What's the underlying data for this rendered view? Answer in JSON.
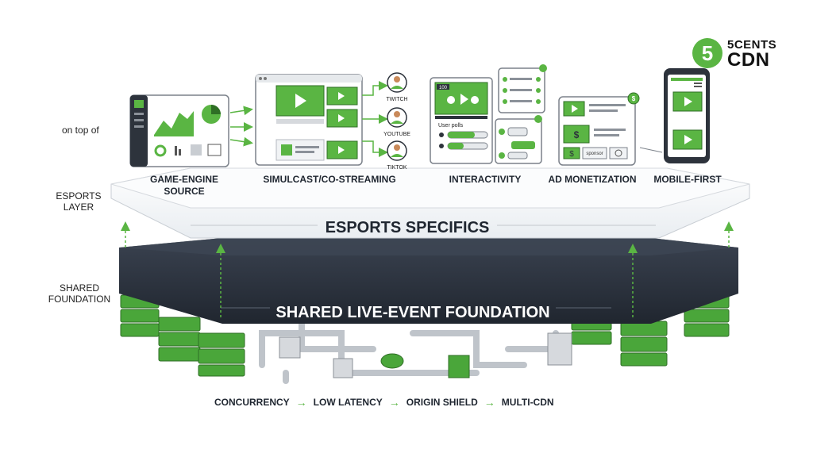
{
  "logo": {
    "number": "5",
    "line1": "5CENTS",
    "line2": "CDN"
  },
  "side_labels": {
    "on_top_of": "on top of",
    "esports_layer": [
      "ESPORTS",
      "LAYER"
    ],
    "shared_foundation": [
      "SHARED",
      "FOUNDATION"
    ]
  },
  "features": [
    {
      "label_lines": [
        "GAME-ENGINE",
        "SOURCE"
      ]
    },
    {
      "label_lines": [
        "SIMULCAST/CO-STREAMING"
      ]
    },
    {
      "label_lines": [
        "INTERACTIVITY"
      ]
    },
    {
      "label_lines": [
        "AD MONETIZATION"
      ]
    },
    {
      "label_lines": [
        "MOBILE-FIRST"
      ]
    }
  ],
  "platforms": [
    "TWITCH",
    "YOUTUBE",
    "TIKTOK"
  ],
  "interactivity": {
    "badge": "100",
    "polls_label": "User polls"
  },
  "ads": {
    "sponsor_label": "sponsor"
  },
  "layers": {
    "top": "ESPORTS SPECIFICS",
    "bottom": "SHARED LIVE-EVENT FOUNDATION"
  },
  "pipeline": [
    "CONCURRENCY",
    "LOW LATENCY",
    "ORIGIN SHIELD",
    "MULTI-CDN"
  ],
  "colors": {
    "green": "#5ab543",
    "dark_green": "#3d8a2e",
    "slab_dark": "#2c3340",
    "slab_light": "#f4f6f8",
    "arrow": "#5ab543"
  }
}
